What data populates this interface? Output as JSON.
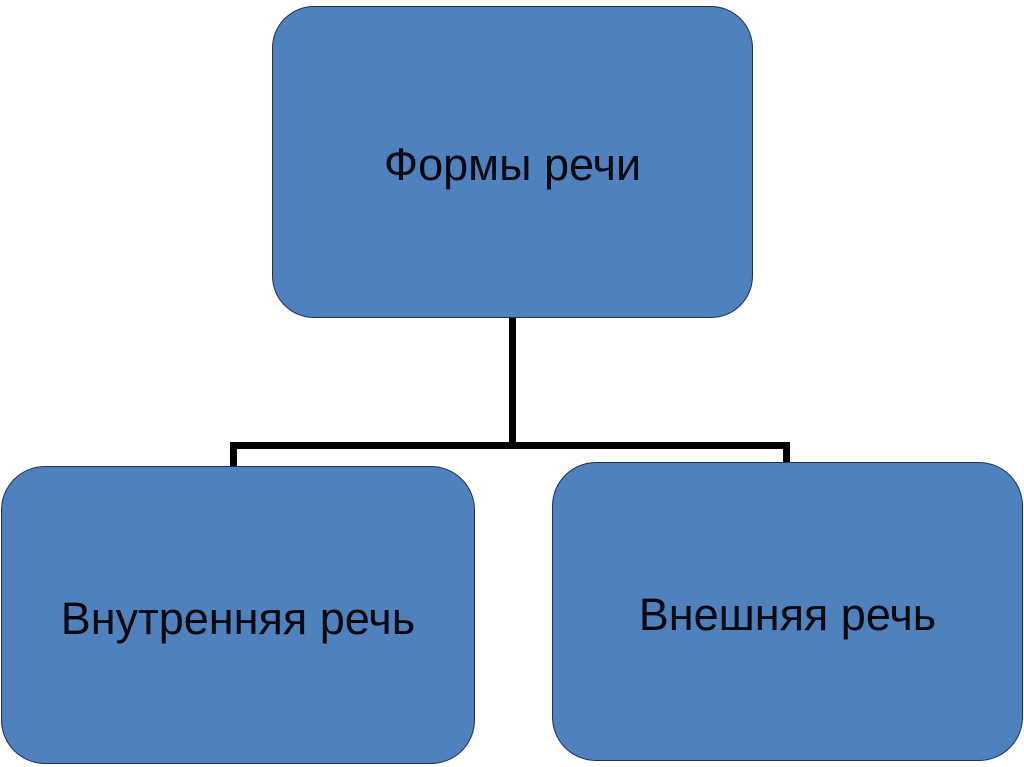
{
  "diagram": {
    "type": "hierarchy",
    "title": "Формы речи",
    "orientation": "top-down",
    "background_color": "#ffffff",
    "node_fill_color": "#4e81bd",
    "node_border_color": "#1f3050",
    "connector_color": "#000000",
    "text_color": "#07080f",
    "nodes": [
      {
        "id": "root",
        "label": "Формы речи",
        "level": 0
      },
      {
        "id": "inner-speech",
        "label": "Внутренняя речь",
        "level": 1
      },
      {
        "id": "outer-speech",
        "label": "Внешняя речь",
        "level": 1
      }
    ],
    "edges": [
      {
        "from": "root",
        "to": "inner-speech"
      },
      {
        "from": "root",
        "to": "outer-speech"
      }
    ]
  }
}
